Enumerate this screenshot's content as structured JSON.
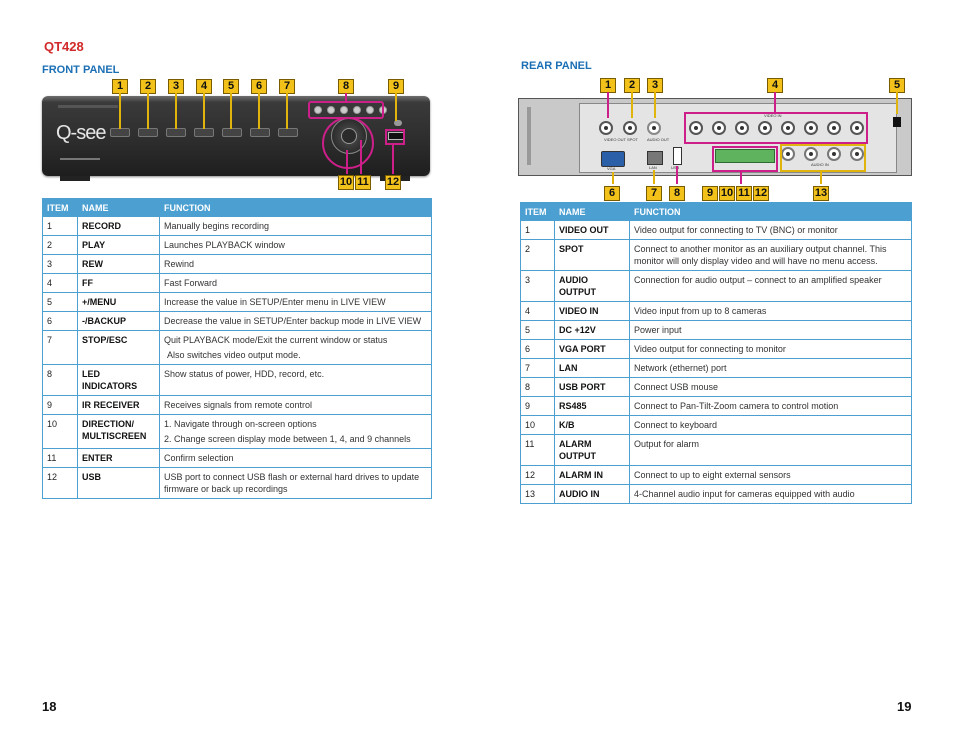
{
  "model": "QT428",
  "front": {
    "title": "FRONT PANEL",
    "callouts": [
      "1",
      "2",
      "3",
      "4",
      "5",
      "6",
      "7",
      "8",
      "9",
      "10",
      "11",
      "12"
    ],
    "brand": "Q-see",
    "headers": {
      "item": "ITEM",
      "name": "NAME",
      "function": "FUNCTION"
    },
    "rows": [
      {
        "item": "1",
        "name": "RECORD",
        "fn": "Manually begins recording"
      },
      {
        "item": "2",
        "name": "PLAY",
        "fn": "Launches PLAYBACK window"
      },
      {
        "item": "3",
        "name": "REW",
        "fn": "Rewind"
      },
      {
        "item": "4",
        "name": "FF",
        "fn": "Fast Forward"
      },
      {
        "item": "5",
        "name": "+/MENU",
        "fn": "Increase the value in SETUP/Enter menu in LIVE VIEW"
      },
      {
        "item": "6",
        "name": "-/BACKUP",
        "fn": "Decrease the value in SETUP/Enter backup mode in LIVE VIEW"
      },
      {
        "item": "7",
        "name": "STOP/ESC",
        "fn": "Quit PLAYBACK mode/Exit the current window or status",
        "fn2": "Also switches video output mode."
      },
      {
        "item": "8",
        "name": "LED INDICATORS",
        "fn": "Show status of power, HDD, record, etc."
      },
      {
        "item": "9",
        "name": "IR RECEIVER",
        "fn": "Receives signals from remote control"
      },
      {
        "item": "10",
        "name": "DIRECTION/ MULTISCREEN",
        "fn": "1. Navigate through on-screen options",
        "fn2": "2. Change screen display mode between 1, 4, and 9 channels"
      },
      {
        "item": "11",
        "name": "ENTER",
        "fn": "Confirm selection"
      },
      {
        "item": "12",
        "name": "USB",
        "fn": "USB port to connect USB flash or external hard drives to update firmware or back up recordings"
      }
    ]
  },
  "rear": {
    "title": "REAR PANEL",
    "callouts": [
      "1",
      "2",
      "3",
      "4",
      "5",
      "6",
      "7",
      "8",
      "9",
      "10",
      "11",
      "12",
      "13"
    ],
    "panel_labels": {
      "video_in": "VIDEO IN",
      "audio_in": "AUDIO IN",
      "video_out": "VIDEO OUT",
      "spot": "SPOT",
      "audio_out": "AUDIO OUT",
      "lan": "LAN",
      "usb": "USB",
      "vga": "VGA"
    },
    "headers": {
      "item": "ITEM",
      "name": "NAME",
      "function": "FUNCTION"
    },
    "rows": [
      {
        "item": "1",
        "name": "VIDEO OUT",
        "fn": "Video output for connecting to TV (BNC) or monitor"
      },
      {
        "item": "2",
        "name": "SPOT",
        "fn": "Connect to another monitor as an auxiliary output channel. This monitor will only display video and will have no menu access."
      },
      {
        "item": "3",
        "name": "AUDIO OUTPUT",
        "fn": "Connection for audio output – connect to an amplified speaker"
      },
      {
        "item": "4",
        "name": "VIDEO IN",
        "fn": "Video input from up to 8 cameras"
      },
      {
        "item": "5",
        "name": "DC +12V",
        "fn": "Power input"
      },
      {
        "item": "6",
        "name": "VGA PORT",
        "fn": "Video output for connecting to monitor"
      },
      {
        "item": "7",
        "name": "LAN",
        "fn": "Network (ethernet) port"
      },
      {
        "item": "8",
        "name": "USB PORT",
        "fn": "Connect USB mouse"
      },
      {
        "item": "9",
        "name": "RS485",
        "fn": "Connect to Pan-Tilt-Zoom camera to control motion"
      },
      {
        "item": "10",
        "name": "K/B",
        "fn": "Connect to keyboard"
      },
      {
        "item": "11",
        "name": "ALARM OUTPUT",
        "fn": "Output for alarm"
      },
      {
        "item": "12",
        "name": "ALARM IN",
        "fn": "Connect to up to eight external sensors"
      },
      {
        "item": "13",
        "name": "AUDIO IN",
        "fn": "4-Channel audio input for cameras equipped with audio"
      }
    ]
  },
  "pages": {
    "left": "18",
    "right": "19"
  }
}
